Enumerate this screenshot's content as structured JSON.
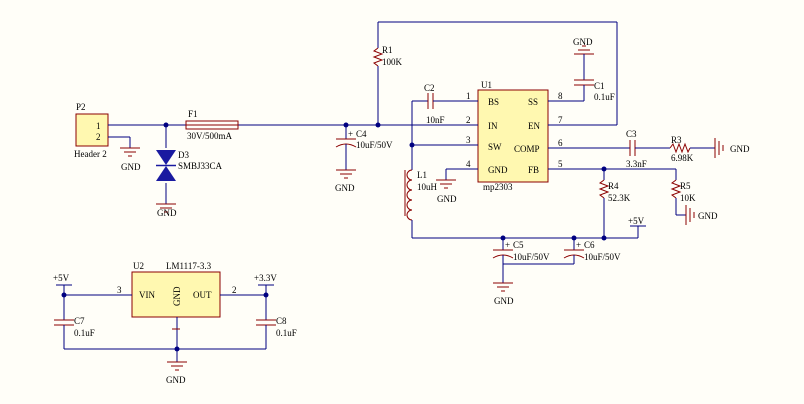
{
  "ic_u1": {
    "ref": "U1",
    "part": "mp2303",
    "left_pins": [
      {
        "num": "1",
        "name": "BS"
      },
      {
        "num": "2",
        "name": "IN"
      },
      {
        "num": "3",
        "name": "SW"
      },
      {
        "num": "4",
        "name": "GND"
      }
    ],
    "right_pins": [
      {
        "num": "8",
        "name": "SS"
      },
      {
        "num": "7",
        "name": "EN"
      },
      {
        "num": "6",
        "name": "COMP"
      },
      {
        "num": "5",
        "name": "FB"
      }
    ]
  },
  "ic_u2": {
    "ref": "U2",
    "part": "LM1117-3.3",
    "vin": "VIN",
    "gnd": "GND",
    "out": "OUT",
    "pin_vin": "3",
    "pin_out": "2"
  },
  "header": {
    "ref": "P2",
    "name": "Header 2",
    "pin1": "1",
    "pin2": "2"
  },
  "components": {
    "f1": {
      "ref": "F1",
      "value": "30V/500mA"
    },
    "d3": {
      "ref": "D3",
      "value": "SMBJ33CA"
    },
    "c4": {
      "ref": "C4",
      "value": "10uF/50V"
    },
    "r1": {
      "ref": "R1",
      "value": "100K"
    },
    "c1": {
      "ref": "C1",
      "value": "0.1uF"
    },
    "c2": {
      "ref": "C2",
      "value": "10nF"
    },
    "l1": {
      "ref": "L1",
      "value": "10uH"
    },
    "c3": {
      "ref": "C3",
      "value": "3.3nF"
    },
    "r3": {
      "ref": "R3",
      "value": "6.98K"
    },
    "r4": {
      "ref": "R4",
      "value": "52.3K"
    },
    "r5": {
      "ref": "R5",
      "value": "10K"
    },
    "c5": {
      "ref": "C5",
      "value": "10uF/50V"
    },
    "c6": {
      "ref": "C6",
      "value": "10uF/50V"
    },
    "c7": {
      "ref": "C7",
      "value": "0.1uF"
    },
    "c8": {
      "ref": "C8",
      "value": "0.1uF"
    }
  },
  "nets": {
    "gnd": "GND",
    "p5v": "+5V",
    "p33v": "+3.3V",
    "cap_polarity": "+"
  },
  "colors": {
    "wire": "#000080",
    "part": "#8b0000",
    "ic_fill": "#fff8b0",
    "diode_fill": "#1a1aa0",
    "background": "#fffef8"
  }
}
